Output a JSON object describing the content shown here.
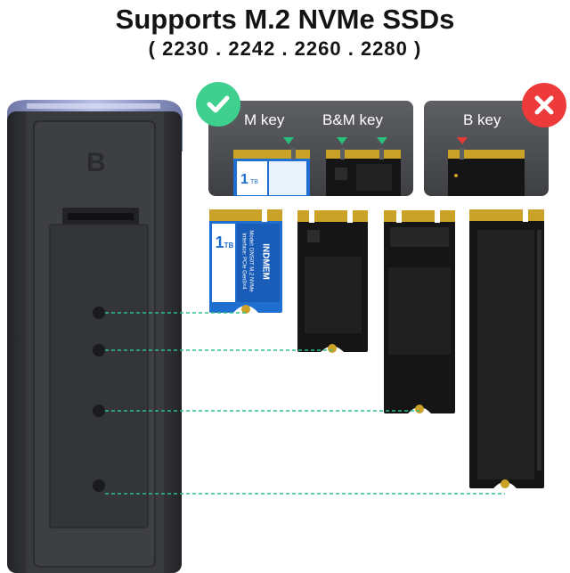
{
  "heading": {
    "title": "Supports M.2 NVMe SSDs",
    "subtitle": "( 2230 . 2242 . 2260 . 2280 )"
  },
  "enclosure": {
    "logo_letter": "B",
    "color": "#2f3134",
    "cap_color": "#9aa4cf"
  },
  "compatibility": {
    "supported": {
      "icon": "check-icon",
      "color": "#3fcf8e",
      "keys": [
        "M key",
        "B&M key"
      ]
    },
    "unsupported": {
      "icon": "close-icon",
      "color": "#ee3a3a",
      "keys": [
        "B key"
      ]
    },
    "marker_ok_color": "#28c07a",
    "marker_no_color": "#e53935"
  },
  "ssds": [
    {
      "size": "2230",
      "brand": "INDMEM",
      "capacity": "1",
      "capacity_unit": "TB",
      "model": "Model: DNS0T M.2 NVMe",
      "interface": "Interface: PCIe Gen3×4"
    },
    {
      "size": "2242"
    },
    {
      "size": "2260"
    },
    {
      "size": "2280"
    }
  ],
  "colors": {
    "guide_line": "#2fbf8a",
    "pcb": "#151515",
    "gold": "#c9a227",
    "label_blue": "#1f6fd1"
  }
}
